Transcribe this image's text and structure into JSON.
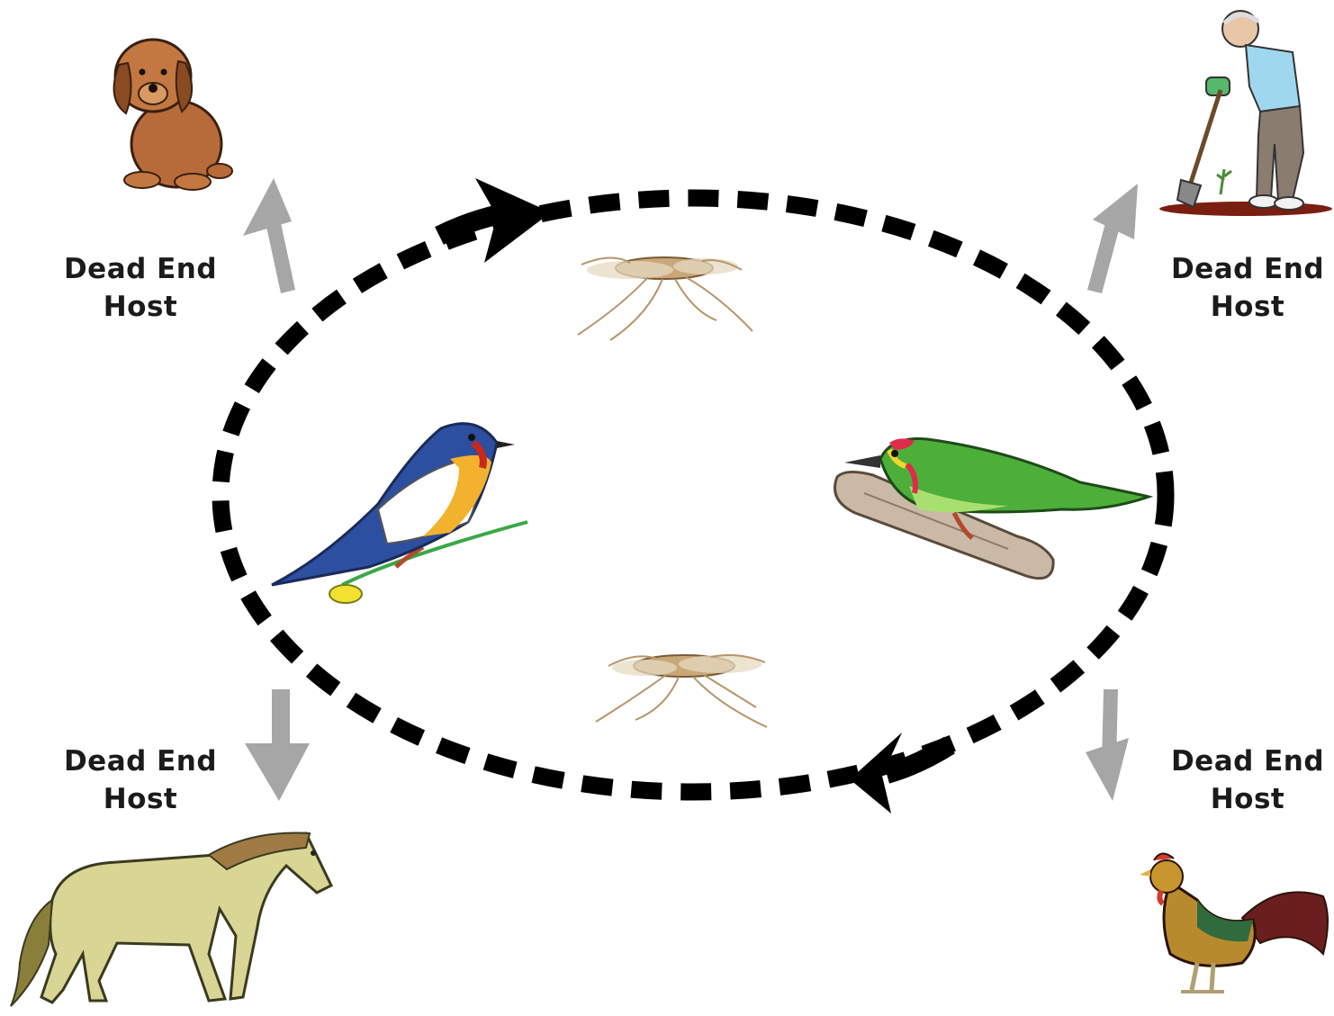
{
  "dead_end_hosts": [
    {
      "id": "dog",
      "line1": "Dead End",
      "line2": "Host"
    },
    {
      "id": "human",
      "line1": "Dead End",
      "line2": "Host"
    },
    {
      "id": "horse",
      "line1": "Dead End",
      "line2": "Host"
    },
    {
      "id": "rooster",
      "line1": "Dead End",
      "line2": "Host"
    }
  ],
  "cycle": {
    "style": "dashed-ellipse",
    "color": "#000000",
    "direction": "clockwise",
    "vectors": [
      "mosquito",
      "mosquito"
    ],
    "amplifying_hosts": [
      "bluebird",
      "barbet"
    ]
  },
  "colors": {
    "cycle": "#000000",
    "spillover_arrow": "#a6a6a6",
    "label": "#1b1b1b"
  },
  "icons": [
    "dog-icon",
    "gardener-icon",
    "horse-icon",
    "rooster-icon",
    "bluebird-icon",
    "green-barbet-icon",
    "mosquito-icon"
  ]
}
